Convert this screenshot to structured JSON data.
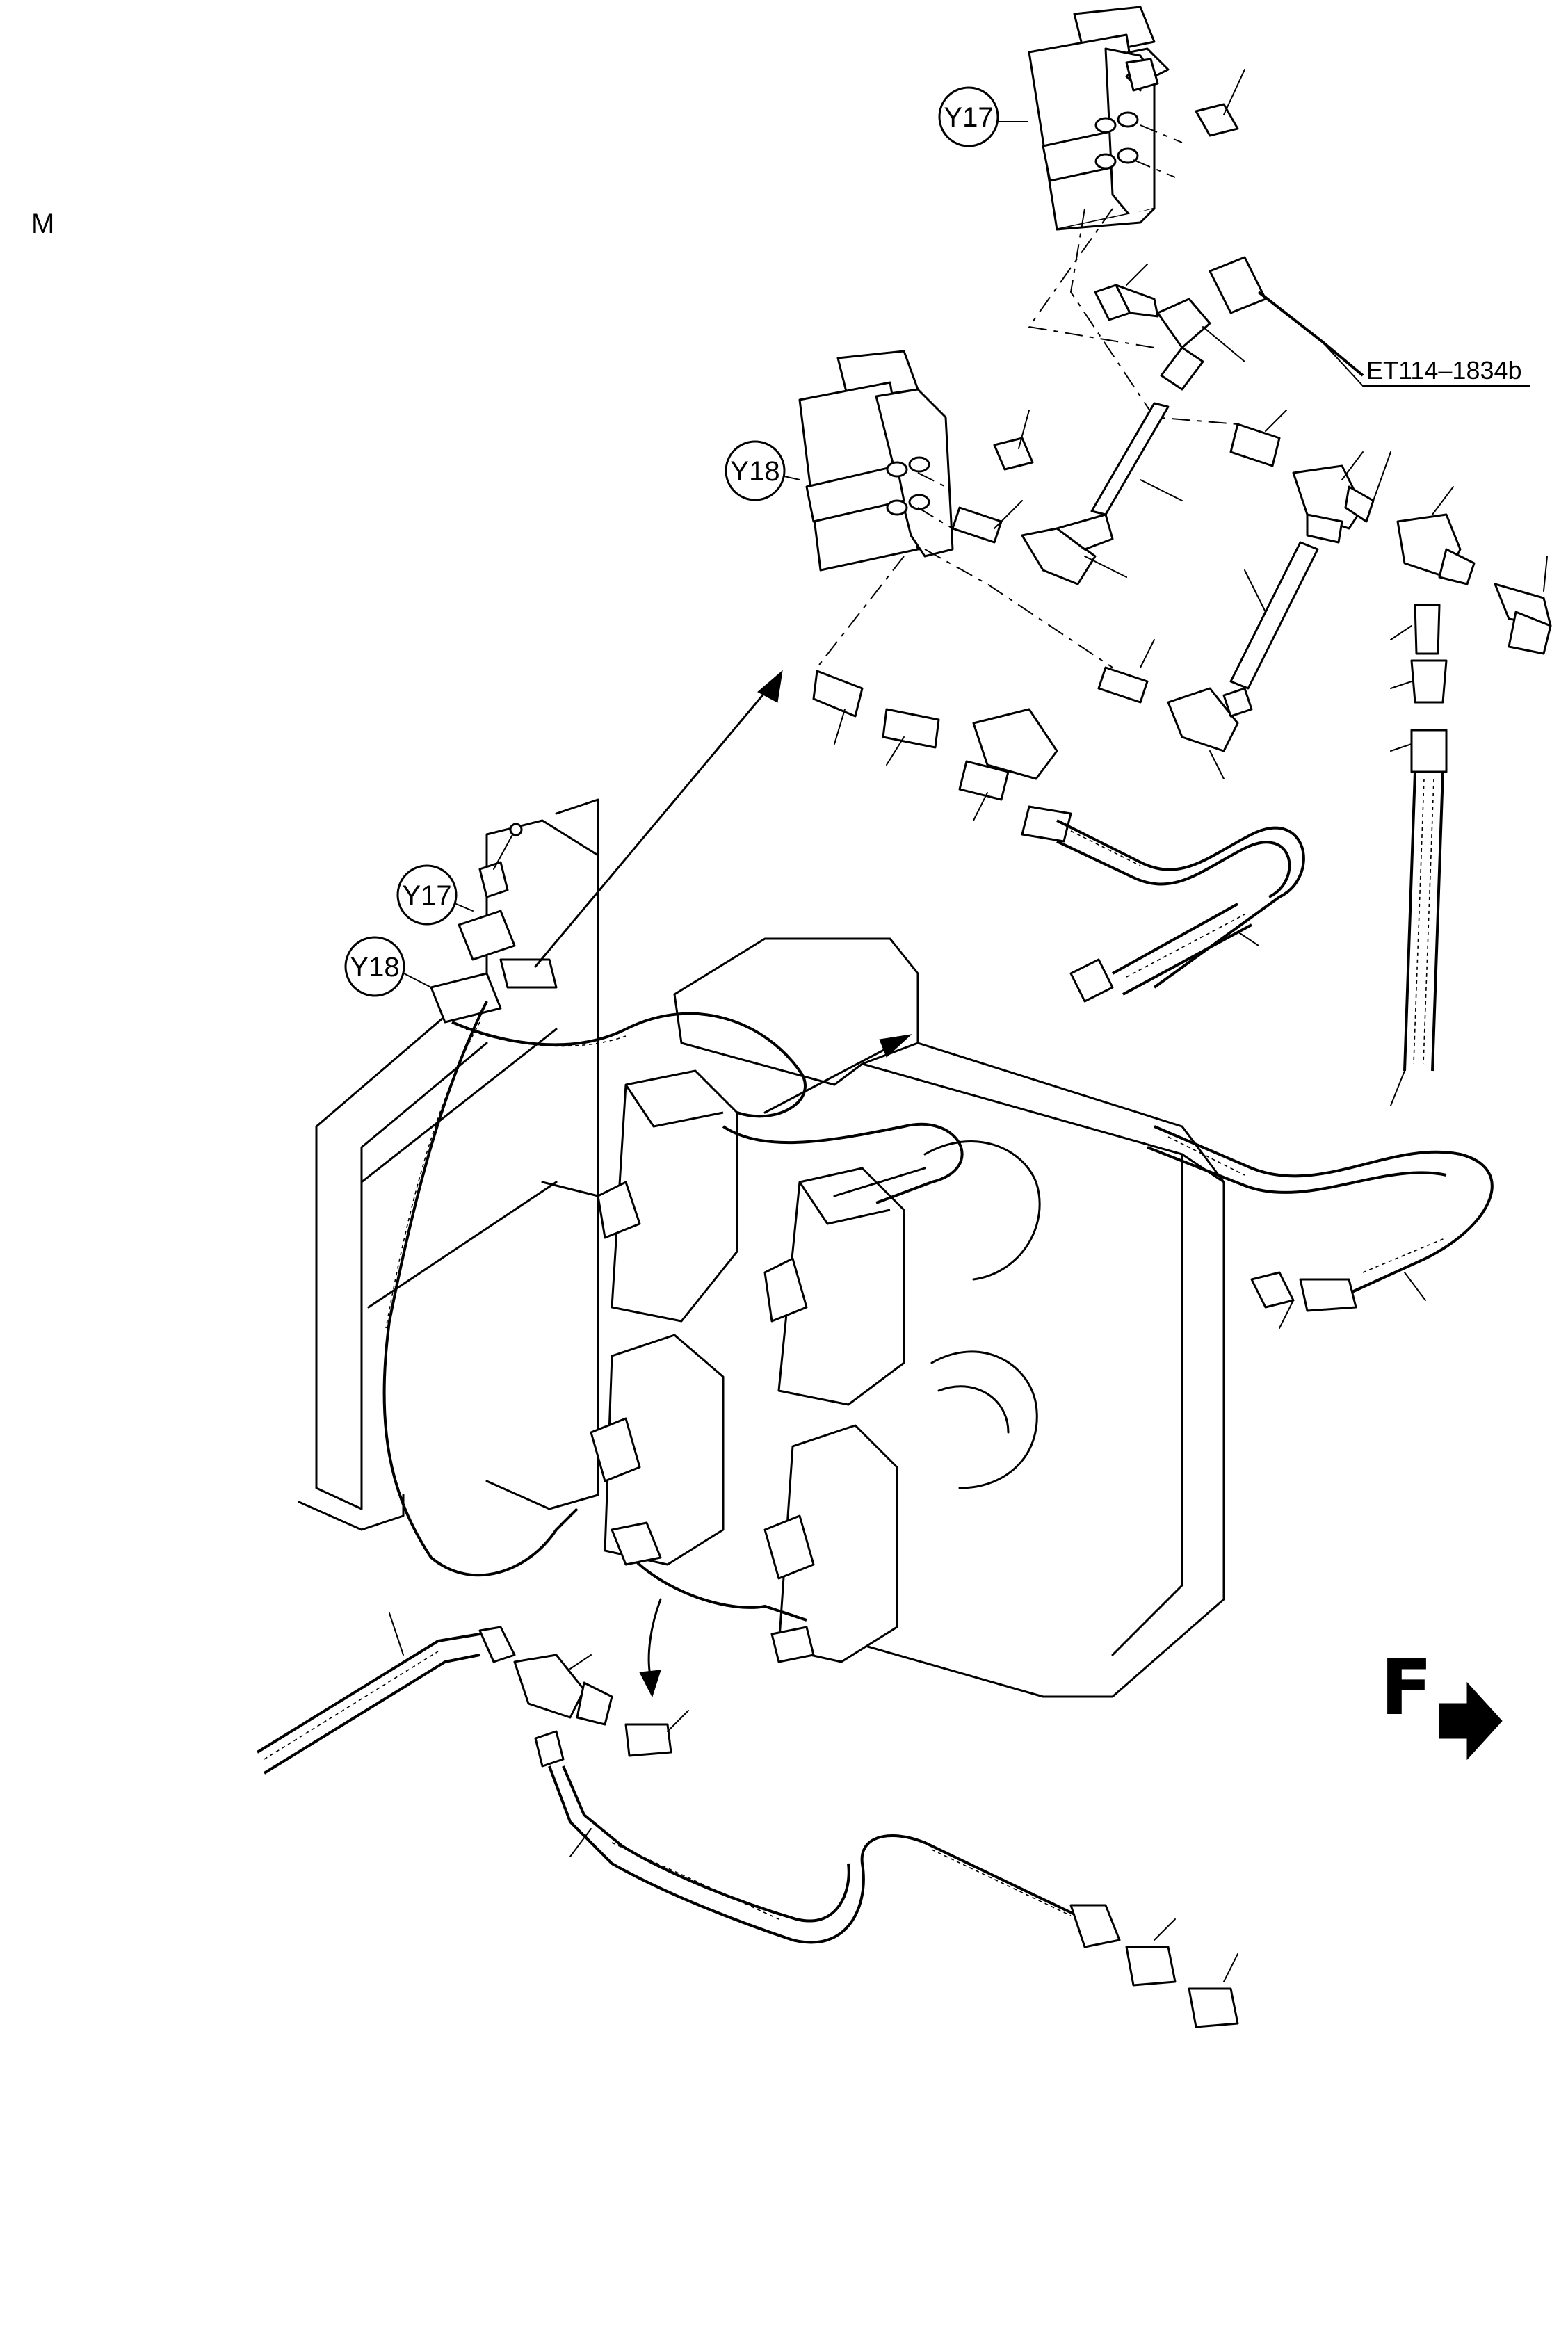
{
  "page": {
    "corner_letter": "M",
    "drawing_number": "ET114–1834b"
  },
  "callouts": {
    "y17_detail": "Y17",
    "y18_detail": "Y18",
    "y17_overview": "Y17",
    "y18_overview": "Y18"
  },
  "front_indicator": {
    "letter": "F",
    "icon": "arrow-right-icon"
  }
}
